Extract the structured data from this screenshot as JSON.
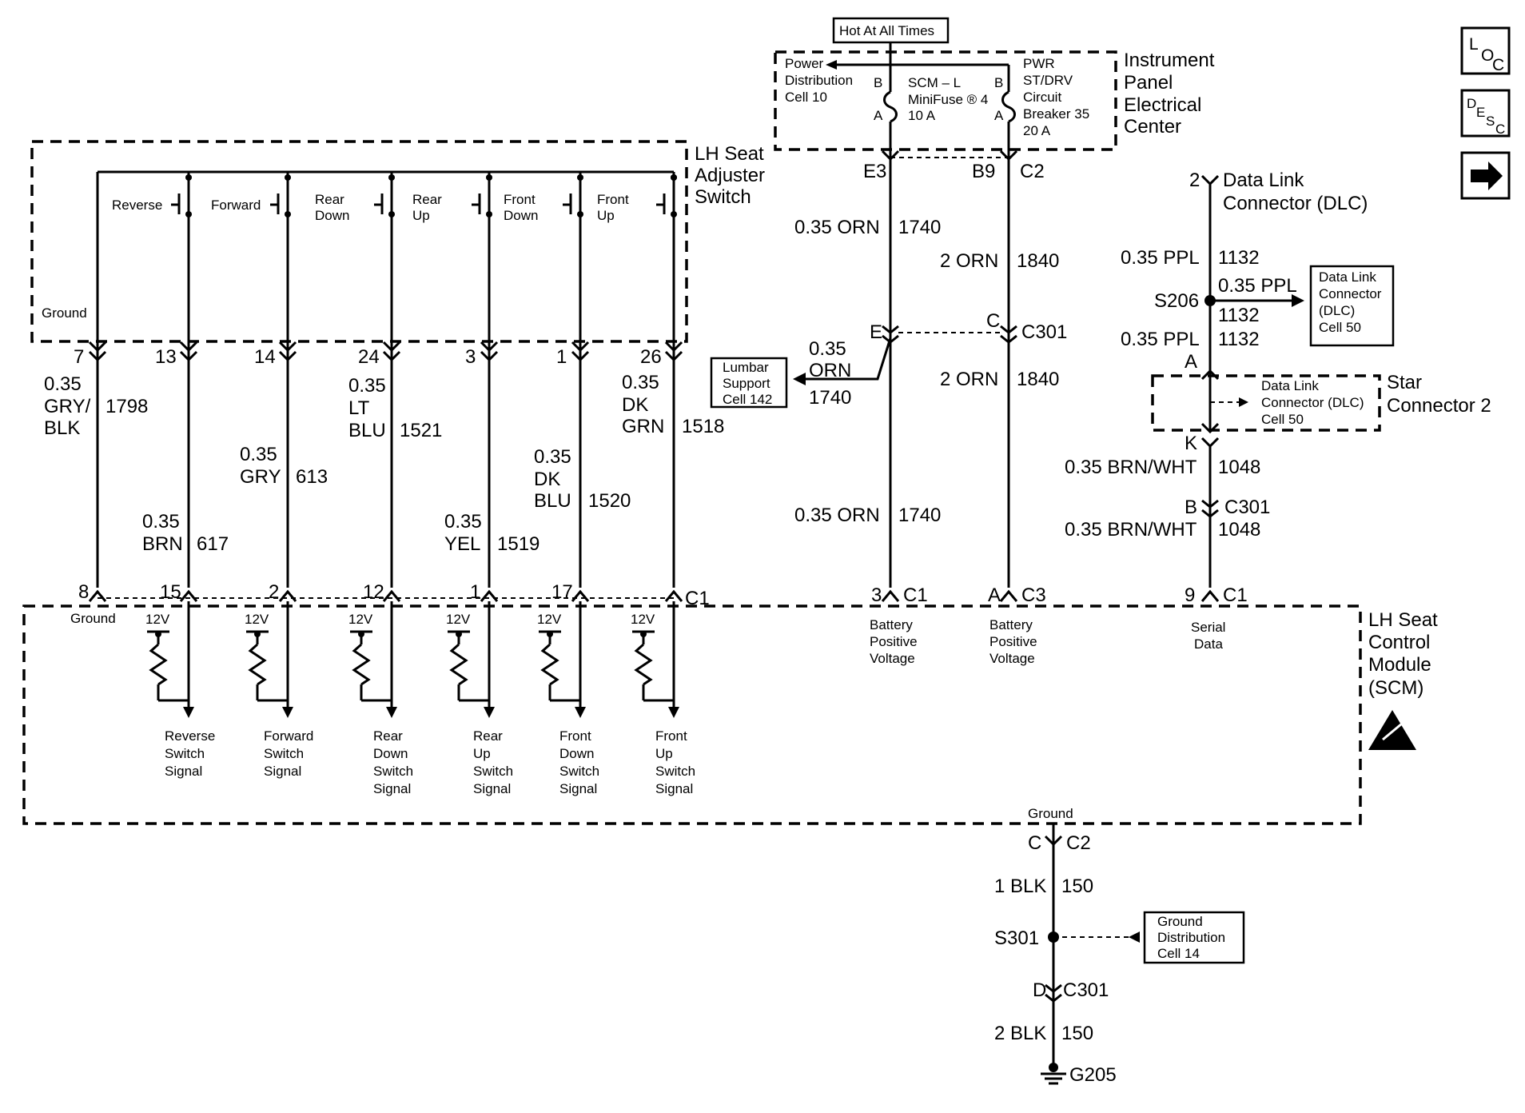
{
  "header": {
    "hot_label": "Hot At All Times",
    "ipec_label": [
      "Instrument",
      "Panel",
      "Electrical",
      "Center"
    ],
    "pdc": [
      "Power",
      "Distribution",
      "Cell 10"
    ],
    "fuse": [
      "SCM – L",
      "MiniFuse ® 4",
      "10 A"
    ],
    "breaker": [
      "PWR",
      "ST/DRV",
      "Circuit",
      "Breaker 35",
      "20 A"
    ],
    "pin_b_left": "B",
    "pin_a_left": "A",
    "pin_b_right": "B",
    "pin_a_right": "A"
  },
  "icons": {
    "loc": [
      "L",
      "O",
      "C"
    ],
    "desc": [
      "D",
      "E",
      "S",
      "C"
    ],
    "arrow": "➡"
  },
  "switch": {
    "title": [
      "LH Seat",
      "Adjuster",
      "Switch"
    ],
    "ground_label": "Ground",
    "contacts": [
      [
        "Reverse"
      ],
      [
        "Forward"
      ],
      [
        "Rear",
        "Down"
      ],
      [
        "Rear",
        "Up"
      ],
      [
        "Front",
        "Down"
      ],
      [
        "Front",
        "Up"
      ]
    ]
  },
  "columns": [
    {
      "top_pin": "7",
      "wire": [
        "0.35",
        "GRY/",
        "BLK"
      ],
      "circuit": "1798",
      "bottom_pin": "8"
    },
    {
      "top_pin": "13",
      "wire": [
        "0.35",
        "BRN"
      ],
      "circuit": "617",
      "bottom_pin": "15"
    },
    {
      "top_pin": "14",
      "wire": [
        "0.35",
        "GRY"
      ],
      "circuit": "613",
      "bottom_pin": "2"
    },
    {
      "top_pin": "24",
      "wire": [
        "0.35",
        "LT",
        "BLU"
      ],
      "circuit": "1521",
      "bottom_pin": "12"
    },
    {
      "top_pin": "3",
      "wire": [
        "0.35",
        "YEL"
      ],
      "circuit": "1519",
      "bottom_pin": "1"
    },
    {
      "top_pin": "1",
      "wire": [
        "0.35",
        "DK",
        "BLU"
      ],
      "circuit": "1520",
      "bottom_pin": "17"
    },
    {
      "top_pin": "26",
      "wire": [
        "0.35",
        "DK",
        "GRN"
      ],
      "circuit": "1518",
      "bottom_pin": "C1"
    }
  ],
  "power": {
    "e3": "E3",
    "b9": "B9",
    "c2": "C2",
    "orn_top": "0.35 ORN",
    "orn_top_circ": "1740",
    "orn2_top": "2 ORN",
    "orn2_top_circ": "1840",
    "e_pin": "E",
    "c_pin": "C",
    "c301": "C301",
    "lumbar_wire": [
      "0.35",
      "ORN",
      "1740"
    ],
    "lumbar_box": [
      "Lumbar",
      "Support",
      "Cell 142"
    ],
    "orn2_mid": "2 ORN",
    "orn2_mid_circ": "1840",
    "orn_bot": "0.35 ORN",
    "orn_bot_circ": "1740",
    "pin3": "3",
    "c1a": "C1",
    "pinA": "A",
    "c3": "C3",
    "bpv1": [
      "Battery",
      "Positive",
      "Voltage"
    ],
    "bpv2": [
      "Battery",
      "Positive",
      "Voltage"
    ]
  },
  "dlc": {
    "pin2": "2",
    "title": [
      "Data Link",
      "Connector (DLC)"
    ],
    "ppl1": "0.35 PPL",
    "ppl1_circ": "1132",
    "s206": "S206",
    "ppl2": "0.35 PPL",
    "ppl2_circ": "1132",
    "box": [
      "Data Link",
      "Connector",
      "(DLC)",
      "Cell 50"
    ],
    "ppl3": "0.35 PPL",
    "ppl3_circ": "1132",
    "pinA": "A",
    "star_box": [
      "Data Link",
      "Connector (DLC)",
      "Cell 50"
    ],
    "star_label": [
      "Star",
      "Connector 2"
    ],
    "pinK": "K",
    "brn1": "0.35 BRN/WHT",
    "brn1_circ": "1048",
    "pinB": "B",
    "c301": "C301",
    "brn2": "0.35 BRN/WHT",
    "brn2_circ": "1048",
    "pin9": "9",
    "c1": "C1",
    "serial": [
      "Serial",
      "Data"
    ]
  },
  "module": {
    "title": [
      "LH Seat",
      "Control",
      "Module",
      "(SCM)"
    ],
    "ground_top": "Ground",
    "v12": "12V",
    "signals": [
      [
        "Reverse",
        "Switch",
        "Signal"
      ],
      [
        "Forward",
        "Switch",
        "Signal"
      ],
      [
        "Rear",
        "Down",
        "Switch",
        "Signal"
      ],
      [
        "Rear",
        "Up",
        "Switch",
        "Signal"
      ],
      [
        "Front",
        "Down",
        "Switch",
        "Signal"
      ],
      [
        "Front",
        "Up",
        "Switch",
        "Signal"
      ]
    ],
    "ground_bottom": "Ground"
  },
  "ground": {
    "c_pin": "C",
    "c2": "C2",
    "blk1": "1 BLK",
    "blk1_circ": "150",
    "s301": "S301",
    "box": [
      "Ground",
      "Distribution",
      "Cell 14"
    ],
    "d_pin": "D",
    "c301": "C301",
    "blk2": "2 BLK",
    "blk2_circ": "150",
    "g205": "G205"
  }
}
